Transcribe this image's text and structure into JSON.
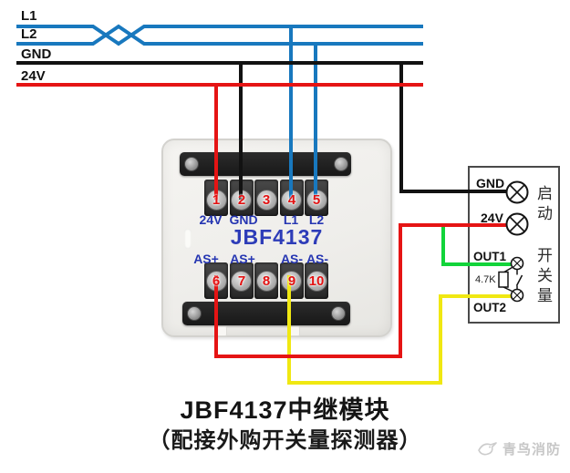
{
  "bus_lines": {
    "l1": "L1",
    "l2": "L2",
    "gnd": "GND",
    "v24": "24V"
  },
  "module": {
    "name": "JBF4137",
    "top_terminal_numbers": [
      "1",
      "2",
      "3",
      "4",
      "5"
    ],
    "top_terminal_labels": [
      "24V",
      "GND",
      "L1",
      "L2"
    ],
    "bottom_terminal_labels": [
      "AS+",
      "AS+",
      "AS-",
      "AS-"
    ],
    "bottom_terminal_numbers": [
      "6",
      "7",
      "8",
      "9",
      "10"
    ]
  },
  "detector_panel": {
    "gnd_label": "GND",
    "v24_label": "24V",
    "out1_label": "OUT1",
    "resistor_label": "4.7K",
    "out2_label": "OUT2",
    "start_label": "启动",
    "switch_label": "开关量"
  },
  "caption": {
    "line1": "JBF4137中继模块",
    "line2": "（配接外购开关量探测器）"
  },
  "watermark": "青鸟消防",
  "colors": {
    "wire_signal_blue": "#1878be",
    "wire_gnd_black": "#121212",
    "wire_24v_red": "#e51414",
    "wire_out1_green": "#12d43a",
    "wire_out2_yellow": "#f0e812",
    "label_blue": "#2636b2",
    "terminal_number_red": "#e21212"
  }
}
